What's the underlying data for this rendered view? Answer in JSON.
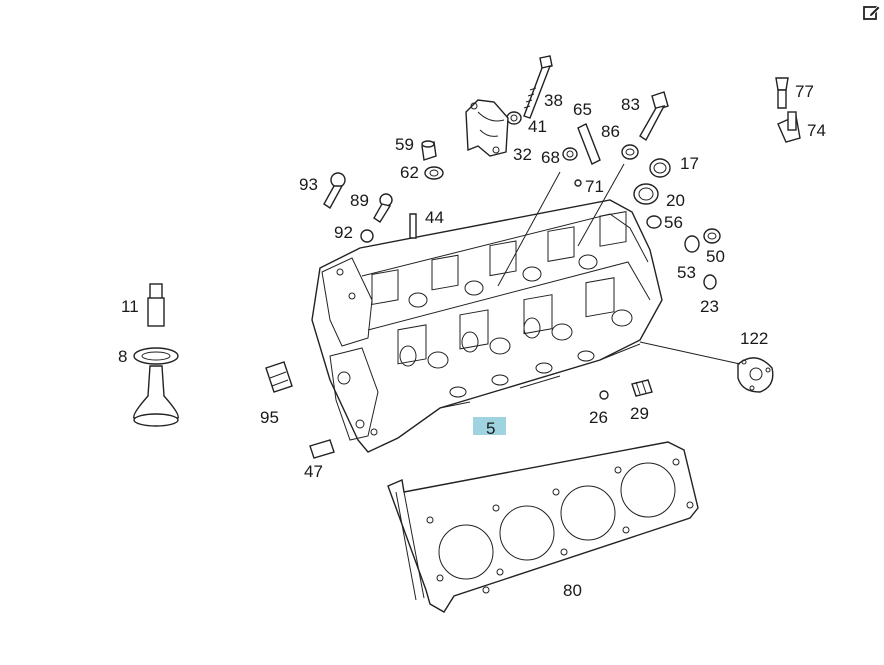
{
  "labels": {
    "p38": "38",
    "p41": "41",
    "p32": "32",
    "p65": "65",
    "p86": "86",
    "p83": "83",
    "p77": "77",
    "p74": "74",
    "p59": "59",
    "p62": "62",
    "p68": "68",
    "p71": "71",
    "p17": "17",
    "p93": "93",
    "p89": "89",
    "p44": "44",
    "p92": "92",
    "p20": "20",
    "p56": "56",
    "p50": "50",
    "p53": "53",
    "p23": "23",
    "p11": "11",
    "p8": "8",
    "p122": "122",
    "p95": "95",
    "p5": "5",
    "p26": "26",
    "p29": "29",
    "p47": "47",
    "p80": "80"
  },
  "highlight_color": "#9fd3e0",
  "icons": {
    "edit": "edit-icon"
  }
}
